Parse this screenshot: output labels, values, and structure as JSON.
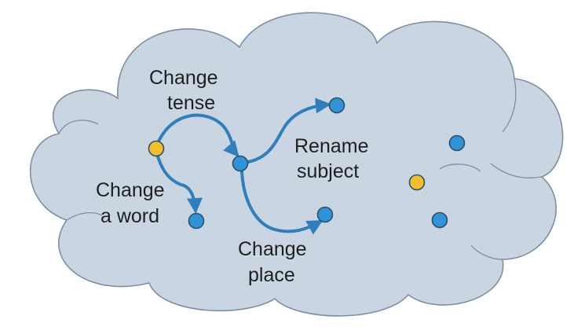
{
  "colors": {
    "cloud_fill": "#c9d6e1",
    "cloud_stroke": "#7c8fa3",
    "arrow": "#2f7fbd",
    "node_blue": "#2f93d6",
    "node_yellow": "#f2bf2a",
    "node_stroke": "#2a4f6e"
  },
  "labels": {
    "change_tense": [
      "Change",
      "tense"
    ],
    "rename_subject": [
      "Rename",
      "subject"
    ],
    "change_word": [
      "Change",
      "a word"
    ],
    "change_place": [
      "Change",
      "place"
    ]
  }
}
